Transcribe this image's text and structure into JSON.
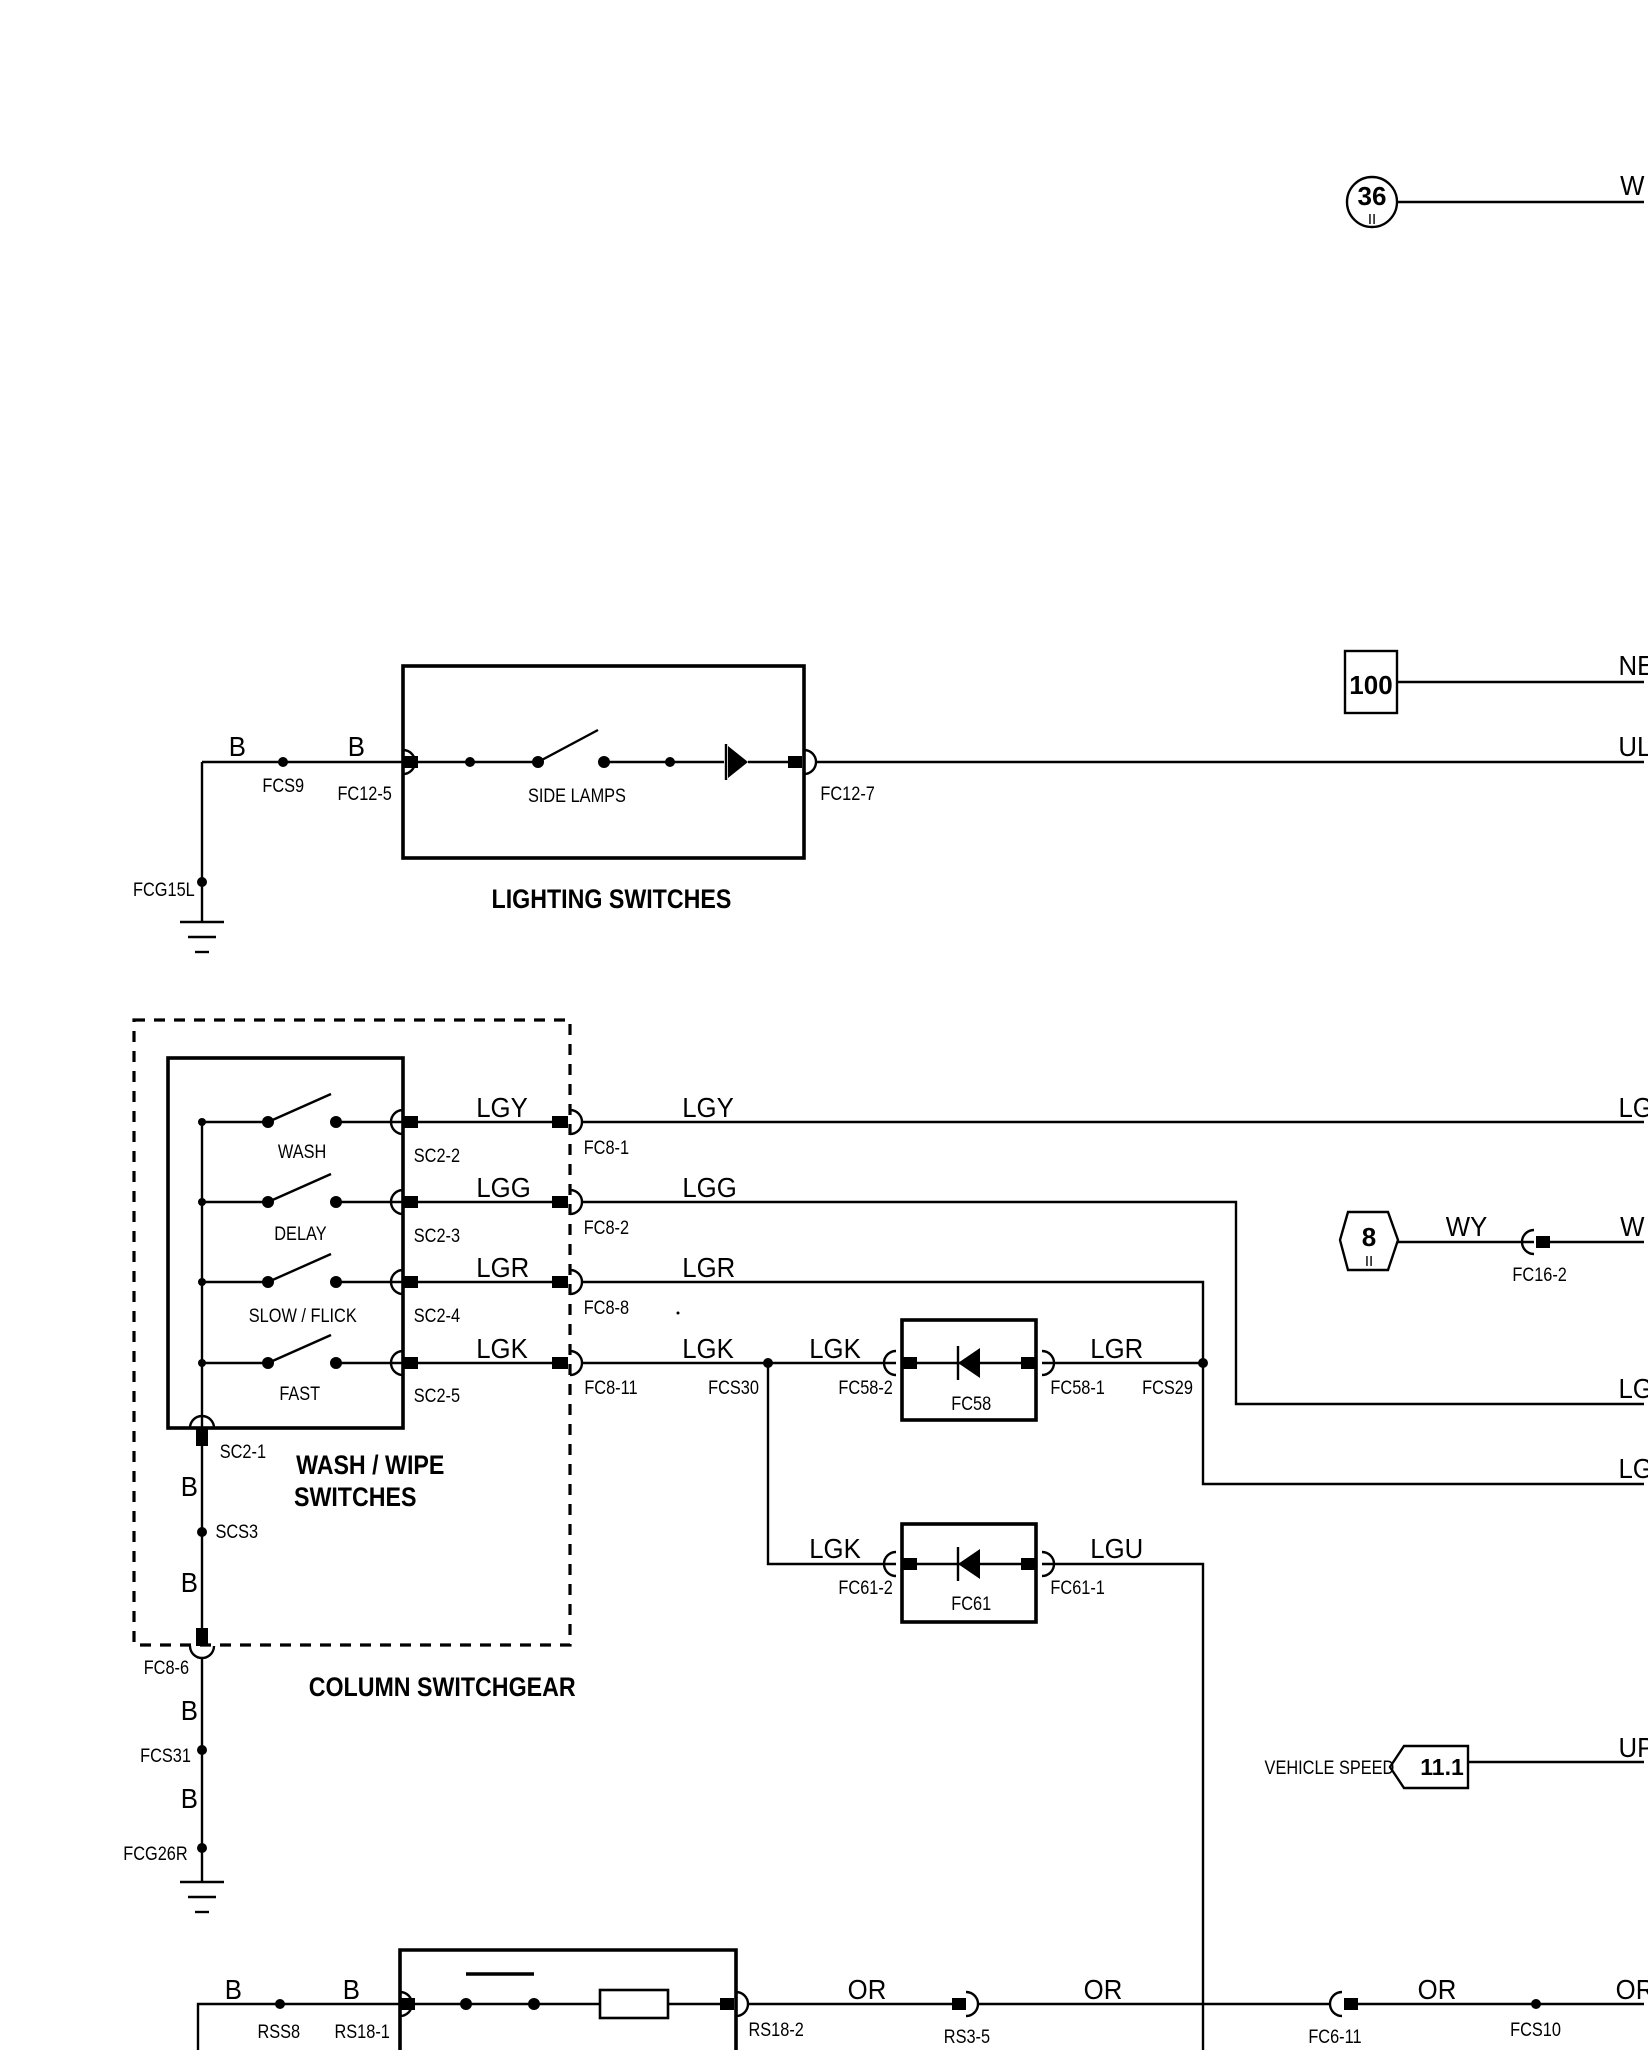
{
  "refs": {
    "r36": "36",
    "r100": "100",
    "r8": "8",
    "r11": "11.1"
  },
  "labels": {
    "vehicle_speed": "VEHICLE SPEED",
    "lighting_title": "LIGHTING SWITCHES",
    "side_lamps": "SIDE LAMPS",
    "washwipe_title_1": "WASH / WIPE",
    "washwipe_title_2": "SWITCHES",
    "column_title": "COLUMN SWITCHGEAR",
    "sw_wash": "WASH",
    "sw_delay": "DELAY",
    "sw_slow": "SLOW / FLICK",
    "sw_fast": "FAST",
    "fc58": "FC58",
    "fc61": "FC61"
  },
  "wires": {
    "w_w36": "W",
    "w_nb": "NE",
    "w_ul": "UL",
    "w_b1": "B",
    "w_b2": "B",
    "w_lgy1": "LGY",
    "w_lgy2": "LGY",
    "w_lgy_r": "LG",
    "w_lgg1": "LGG",
    "w_lgg2": "LGG",
    "w_wy": "WY",
    "w_w8": "W",
    "w_lgr1": "LGR",
    "w_lgr2": "LGR",
    "w_lgk1": "LGK",
    "w_lgk2": "LGK",
    "w_lgk3": "LGK",
    "w_lgr3": "LGR",
    "w_lg_r1": "LG",
    "w_lg_r2": "LG",
    "w_lgk4": "LGK",
    "w_lgu": "LGU",
    "w_b3": "B",
    "w_b4": "B",
    "w_b5": "B",
    "w_b6": "B",
    "w_up": "UP",
    "w_b7": "B",
    "w_b8": "B",
    "w_or1": "OR",
    "w_or2": "OR",
    "w_or3": "OR",
    "w_or4": "OR"
  },
  "connectors": {
    "fcs9": "FCS9",
    "fc12_5": "FC12-5",
    "fc12_7": "FC12-7",
    "fcg15l": "FCG15L",
    "sc2_2": "SC2-2",
    "sc2_3": "SC2-3",
    "sc2_4": "SC2-4",
    "sc2_5": "SC2-5",
    "sc2_1": "SC2-1",
    "fc8_1": "FC8-1",
    "fc8_2": "FC8-2",
    "fc8_8": "FC8-8",
    "fc8_11": "FC8-11",
    "fc8_6": "FC8-6",
    "fcs30": "FCS30",
    "fc58_2": "FC58-2",
    "fc58_1": "FC58-1",
    "fcs29": "FCS29",
    "fc16_2": "FC16-2",
    "fc61_2": "FC61-2",
    "fc61_1": "FC61-1",
    "scs3": "SCS3",
    "fcs31": "FCS31",
    "fcg26r": "FCG26R",
    "rss8": "RSS8",
    "rs18_1": "RS18-1",
    "rs18_2": "RS18-2",
    "rs3_5": "RS3-5",
    "fc6_11": "FC6-11",
    "fcs10": "FCS10"
  }
}
